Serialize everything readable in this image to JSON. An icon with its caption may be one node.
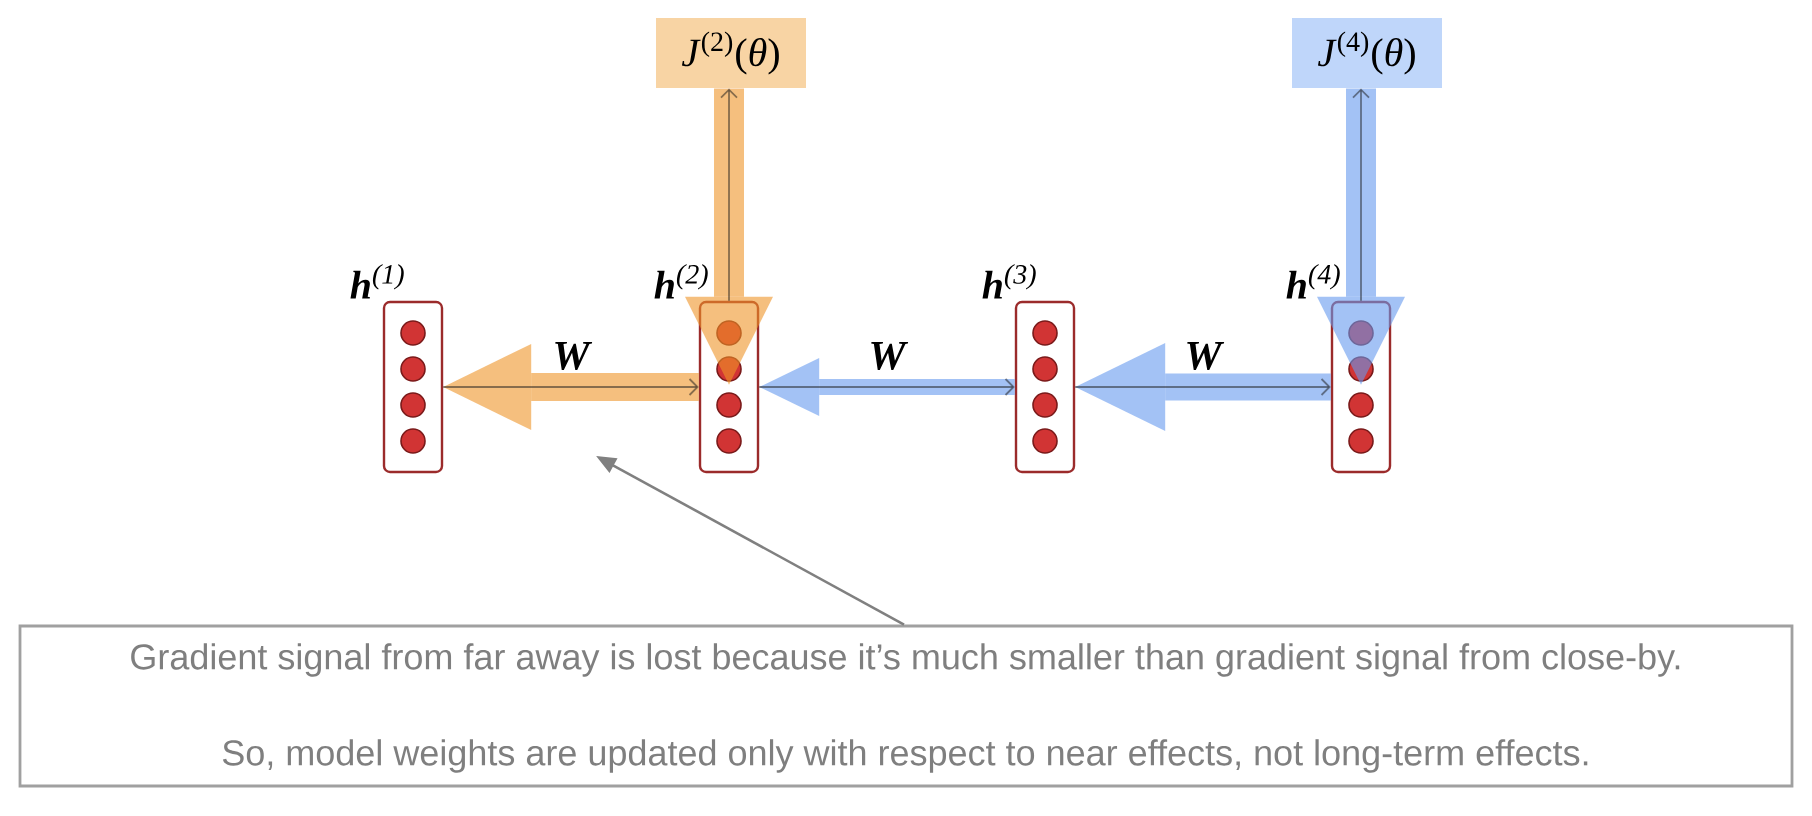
{
  "diagram": {
    "nodes": [
      {
        "text": [
          "*J*$^{(2)}$(*θ*)"
        ]
      },
      {
        "text": [
          "*J*$^{(4)}$(*θ*)"
        ]
      },
      {
        "text": [
          "**h**$^{(1)}$"
        ]
      },
      {
        "text": [
          "**h**$^{(2)}$"
        ]
      },
      {
        "text": [
          "**h**$^{(3)}$"
        ]
      },
      {
        "text": [
          "**h**$^{(4)}$"
        ]
      },
      {
        "text": [
          "Gradient signal from far away is lost because it’s much smaller than gradient signal from close-by.",
          "So, model weights are updated only with respect to near effects, not long-term effects."
        ]
      }
    ],
    "edges": [
      {
        "from": 2,
        "to": 3,
        "arrow": "to",
        "label": "W"
      },
      {
        "from": 3,
        "to": 4,
        "arrow": "to",
        "label": "W"
      },
      {
        "from": 4,
        "to": 5,
        "arrow": "to",
        "label": "W"
      },
      {
        "from": 3,
        "to": 0,
        "arrow": "to"
      },
      {
        "from": 5,
        "to": 1,
        "arrow": "to"
      },
      {
        "from": 0,
        "to": 3,
        "arrow": "to",
        "style": "thick",
        "color": "#ee9428"
      },
      {
        "from": 3,
        "to": 2,
        "arrow": "to",
        "style": "thick",
        "color": "#ee9428"
      },
      {
        "from": 1,
        "to": 5,
        "arrow": "to",
        "style": "thick",
        "color": "#6699ee"
      },
      {
        "from": 5,
        "to": 4,
        "arrow": "to",
        "style": "thick",
        "color": "#6699ee"
      },
      {
        "from": 4,
        "to": 3,
        "arrow": "to",
        "style": "thick",
        "color": "#6699ee"
      },
      {
        "from": 6,
        "to": null,
        "arrow": "to",
        "color": "#808080"
      }
    ]
  }
}
